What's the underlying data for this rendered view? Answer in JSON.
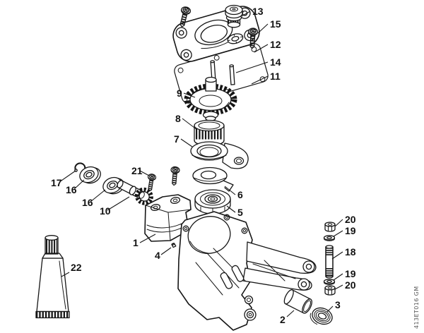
{
  "page": {
    "background": "#ffffff",
    "ink": "#161616"
  },
  "diagram": {
    "type": "exploded-parts-diagram",
    "watermark": "413ET016 GM",
    "callouts": {
      "c1": "1",
      "c2": "2",
      "c3": "3",
      "c4": "4",
      "c5": "5",
      "c6": "6",
      "c7": "7",
      "c8": "8",
      "c9": "9",
      "c10": "10",
      "c11": "11",
      "c12": "12",
      "c13": "13",
      "c14": "14",
      "c15": "15",
      "c16a": "16",
      "c16b": "16",
      "c17": "17",
      "c18": "18",
      "c19a": "19",
      "c19b": "19",
      "c20a": "20",
      "c20b": "20",
      "c21": "21",
      "c22": "22"
    }
  }
}
